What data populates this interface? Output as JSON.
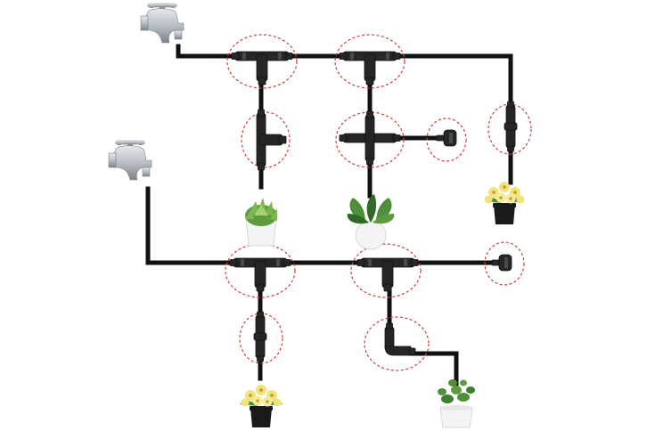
{
  "diagram": {
    "labels": [],
    "colors": {
      "tube": "#111111",
      "fitting": "#262626",
      "fitting_highlight": "#4a4a4a",
      "callout_circle": "#d43a3a",
      "faucet_metal": "#b9bec4",
      "faucet_shadow": "#7d838a",
      "leaf_green": "#4f8f3a",
      "leaf_dark": "#2f6a26",
      "flower_yellow": "#f1e27a",
      "pot_white": "#f4f4f4",
      "pot_black": "#1a1a1a"
    },
    "components": [
      {
        "id": "faucet-top",
        "kind": "faucet-icon"
      },
      {
        "id": "faucet-left",
        "kind": "faucet-icon"
      },
      {
        "id": "tee-1",
        "kind": "tee-connector-icon"
      },
      {
        "id": "tee-2",
        "kind": "tee-connector-icon"
      },
      {
        "id": "tee-side-1",
        "kind": "tee-connector-icon"
      },
      {
        "id": "cross-1",
        "kind": "cross-connector-icon"
      },
      {
        "id": "end-plug-1",
        "kind": "end-plug-icon"
      },
      {
        "id": "straight-1",
        "kind": "straight-coupler-icon"
      },
      {
        "id": "tee-3",
        "kind": "tee-connector-icon"
      },
      {
        "id": "tee-4",
        "kind": "tee-connector-icon"
      },
      {
        "id": "end-plug-2",
        "kind": "end-plug-icon"
      },
      {
        "id": "straight-2",
        "kind": "straight-coupler-icon"
      },
      {
        "id": "elbow-1",
        "kind": "elbow-connector-icon"
      },
      {
        "id": "plant-succulent",
        "kind": "succulent-pot-icon"
      },
      {
        "id": "plant-leafy",
        "kind": "leafy-plant-pot-icon"
      },
      {
        "id": "plant-flower-1",
        "kind": "flower-pot-icon"
      },
      {
        "id": "plant-flower-2",
        "kind": "flower-pot-icon"
      },
      {
        "id": "plant-jade",
        "kind": "jade-plant-pot-icon"
      }
    ]
  }
}
